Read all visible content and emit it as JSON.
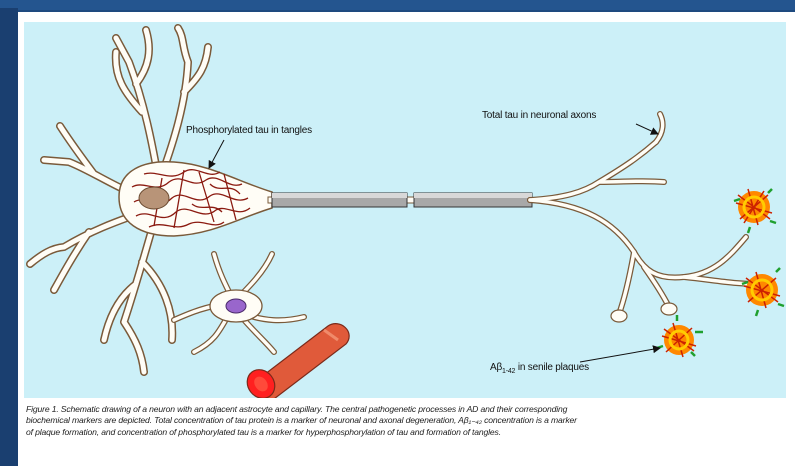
{
  "diagram": {
    "labels": {
      "phospho_tau": "Phosphorylated tau in tangles",
      "total_tau": "Total tau in neuronal axons",
      "abeta_prefix": "Aβ",
      "abeta_sub": "1-42",
      "abeta_suffix": " in senile plaques"
    }
  },
  "caption": {
    "line1": "Figure 1. Schematic drawing of a neuron with an adjacent astrocyte and capillary. The central pathogenetic processes in AD and their corresponding",
    "line2": "biochemical markers are depicted. Total concentration of tau protein is a marker of neuronal and axonal degeneration, Aβ₁₋₄₂ concentration is a marker",
    "line3": "of plaque formation, and concentration of phosphorylated tau is a marker for hyperphosphorylation of tau and formation of tangles."
  },
  "colors": {
    "slide_background": "#1b3d6e",
    "diagram_background": "#ccf0f8",
    "neuron_fill": "#fffdf6",
    "neuron_outline": "#7a5a3a",
    "tangles": "#8b1a10",
    "nucleus": "#b89478",
    "myelin": "#a8a8a8",
    "astrocyte_nucleus": "#9966cc",
    "capillary": "#e05a3a",
    "capillary_lumen": "#ff2020",
    "plaque_core": "#ff8800",
    "plaque_green": "#1fa02f"
  }
}
